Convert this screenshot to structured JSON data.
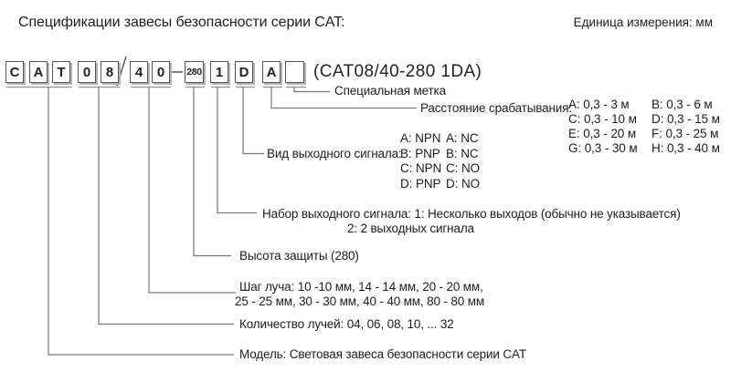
{
  "page": {
    "title": "Спецификации завесы безопасности серии CAT:",
    "unit_note": "Единица измерения: мм"
  },
  "colors": {
    "text": "#1d1d1d",
    "connector_line": "#777777",
    "box_border": "#555555",
    "box_shadow": "#b3b3b3"
  },
  "model_code": {
    "segments": [
      "C",
      "A",
      "T",
      "0",
      "8",
      "4",
      "0",
      "280",
      "1",
      "D",
      "A",
      ""
    ],
    "slash": "/",
    "dash": "—",
    "example": "(CAT08/40-280 1DA)"
  },
  "callouts": {
    "special_mark": {
      "label": "Специальная метка"
    },
    "sensing_distance": {
      "label": "Расстояние срабатывания:",
      "col1": [
        "A: 0,3 - 3 м",
        "C: 0,3 - 10 м",
        "E: 0,3 - 20 м",
        "G: 0,3 - 30 м"
      ],
      "col2": [
        "B: 0,3 - 6 м",
        "D: 0,3 - 15 м",
        "F: 0,3 - 25 м",
        "H: 0,3 - 40 м"
      ]
    },
    "output_signal_type": {
      "label": "Вид выходного сигнала:",
      "col1": [
        "A: NPN",
        "B: PNP",
        "C: NPN",
        "D: PNP"
      ],
      "col2": [
        "A: NC",
        "B: NC",
        "C: NO",
        "D: NO"
      ]
    },
    "output_signal_set": {
      "line1": "Набор выходного сигнала: 1: Несколько выходов (обычно не указывается)",
      "line2": "2: 2 выходных сигнала"
    },
    "protection_height": {
      "label": "Высота защиты (280)"
    },
    "beam_pitch": {
      "line1": "Шаг луча: 10 -10 мм, 14 - 14 мм, 20 - 20 мм,",
      "line2": "25 - 25 мм, 30 - 30 мм, 40 - 40 мм, 80 - 80 мм"
    },
    "beam_count": {
      "label": "Количество лучей: 04, 06, 08, 10, ... 32"
    },
    "model": {
      "label": "Модель: Световая завеса безопасности серии CAT"
    }
  }
}
